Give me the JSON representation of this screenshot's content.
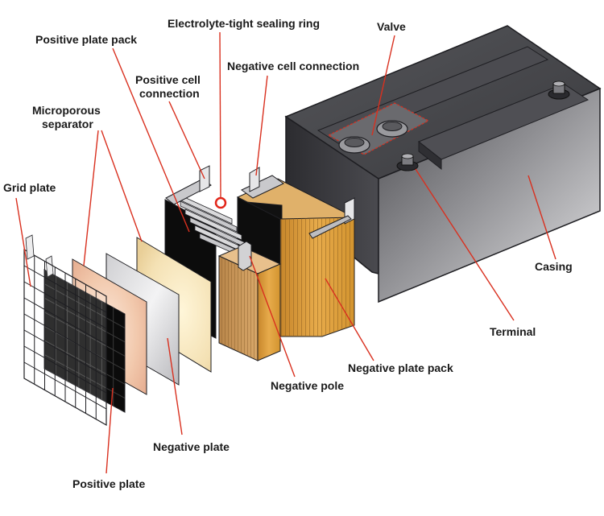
{
  "diagram": {
    "labels": {
      "electrolyte_ring": "Electrolyte-tight sealing ring",
      "valve": "Valve",
      "positive_plate_pack": "Positive plate pack",
      "negative_cell_connection": "Negative cell connection",
      "positive_cell_connection_1": "Positive cell",
      "positive_cell_connection_2": "connection",
      "microporous_separator_1": "Microporous",
      "microporous_separator_2": "separator",
      "grid_plate": "Grid plate",
      "casing": "Casing",
      "terminal": "Terminal",
      "negative_plate_pack": "Negative plate pack",
      "negative_pole": "Negative pole",
      "negative_plate": "Negative plate",
      "positive_plate": "Positive plate"
    },
    "colors": {
      "leader": "#d9301f",
      "casing_dark": "#3e3e42",
      "casing_light": "#d6d6d6",
      "negative_pack": "#d89a3a",
      "positive_pack": "#111111",
      "text": "#1a1a1a"
    }
  }
}
